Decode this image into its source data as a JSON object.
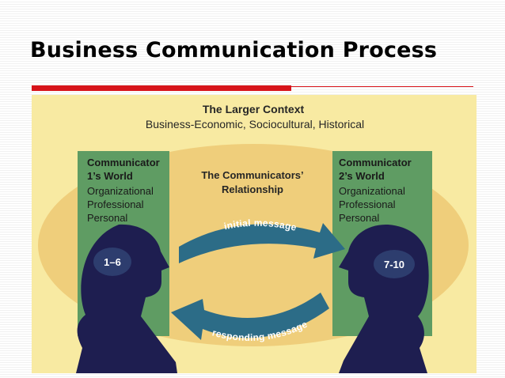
{
  "slide": {
    "title": "Business Communication Process"
  },
  "diagram": {
    "context_title": "The Larger Context",
    "context_subtitle": "Business-Economic, Sociocultural, Historical",
    "relationship_line1": "The Communicators’",
    "relationship_line2": "Relationship",
    "communicator_1": {
      "title_line1": "Communicator",
      "title_line2": "1’s World",
      "items": [
        "Organizational",
        "Professional",
        "Personal"
      ],
      "steps": "1–6"
    },
    "communicator_2": {
      "title_line1": "Communicator",
      "title_line2": "2’s World",
      "items": [
        "Organizational",
        "Professional",
        "Personal"
      ],
      "steps": "7-10"
    },
    "initial_message": "initial message",
    "responding_message": "responding message",
    "colors": {
      "background_panel": "#f8eaa2",
      "ellipse": "#efce7b",
      "world_box": "#5f9c63",
      "head": "#1e1e50",
      "arrow": "#2c6c87",
      "title_rule": "#d7141a"
    }
  }
}
